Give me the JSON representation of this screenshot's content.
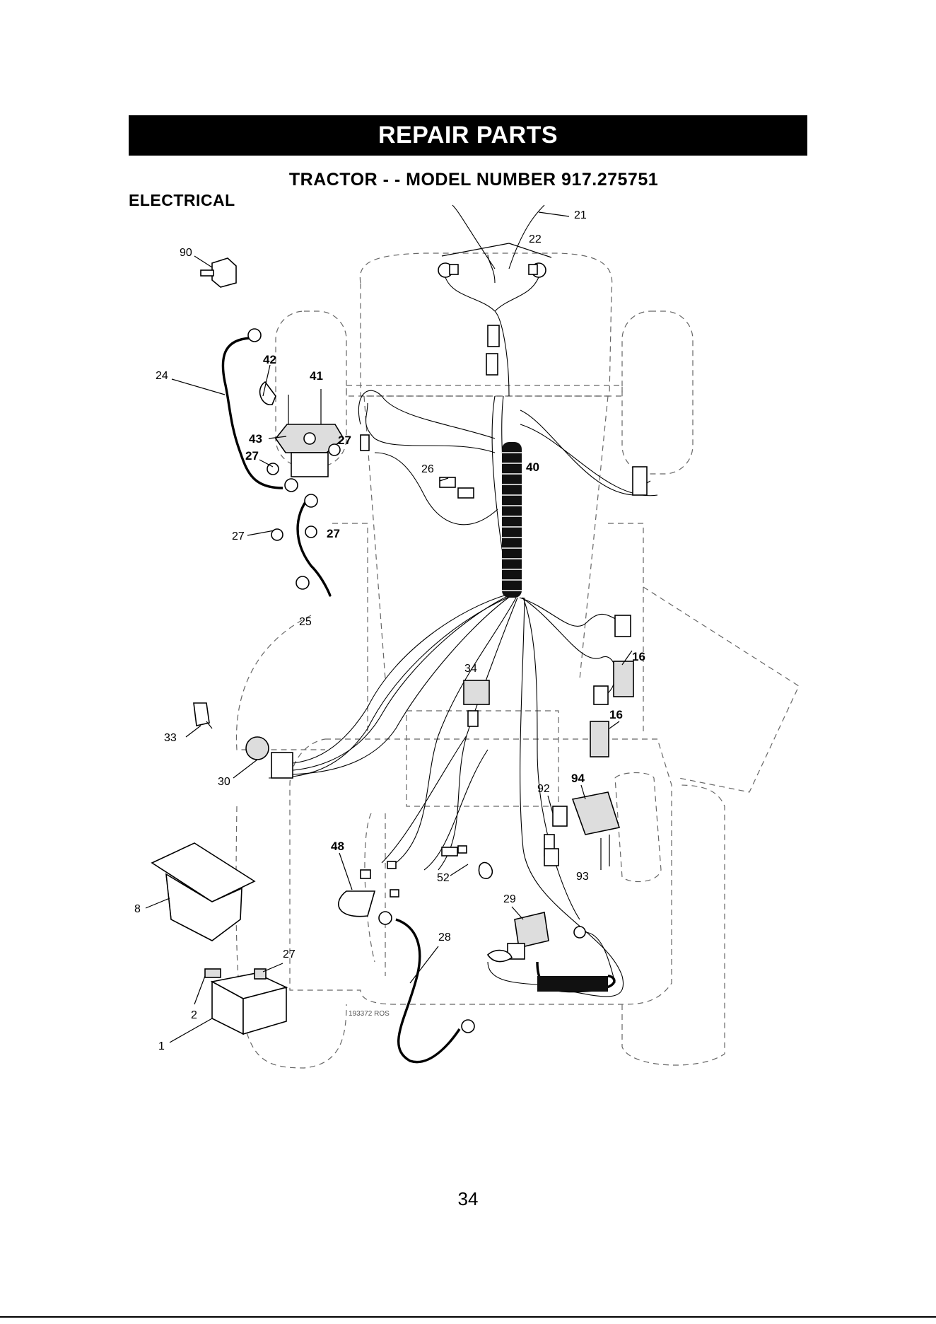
{
  "header": {
    "banner": "REPAIR PARTS",
    "model_title": "TRACTOR - - MODEL NUMBER 917.275751",
    "section_title": "ELECTRICAL"
  },
  "callouts": [
    {
      "id": "c90",
      "label": "90"
    },
    {
      "id": "c22",
      "label": "22"
    },
    {
      "id": "c21",
      "label": "21"
    },
    {
      "id": "c24",
      "label": "24"
    },
    {
      "id": "c42",
      "label": "42"
    },
    {
      "id": "c41",
      "label": "41"
    },
    {
      "id": "c43",
      "label": "43"
    },
    {
      "id": "c27a",
      "label": "27"
    },
    {
      "id": "c27b",
      "label": "27"
    },
    {
      "id": "c27c",
      "label": "27"
    },
    {
      "id": "c27d",
      "label": "27"
    },
    {
      "id": "c27e",
      "label": "27"
    },
    {
      "id": "c26",
      "label": "26"
    },
    {
      "id": "c40",
      "label": "40"
    },
    {
      "id": "c25",
      "label": "25"
    },
    {
      "id": "c16a",
      "label": "16"
    },
    {
      "id": "c16b",
      "label": "16"
    },
    {
      "id": "c34",
      "label": "34"
    },
    {
      "id": "c33",
      "label": "33"
    },
    {
      "id": "c30",
      "label": "30"
    },
    {
      "id": "c92",
      "label": "92"
    },
    {
      "id": "c94",
      "label": "94"
    },
    {
      "id": "c93",
      "label": "93"
    },
    {
      "id": "c48",
      "label": "48"
    },
    {
      "id": "c52",
      "label": "52"
    },
    {
      "id": "c29",
      "label": "29"
    },
    {
      "id": "c28",
      "label": "28"
    },
    {
      "id": "c8",
      "label": "8"
    },
    {
      "id": "c2",
      "label": "2"
    },
    {
      "id": "c1",
      "label": "1"
    },
    {
      "id": "c27f",
      "label": "27"
    }
  ],
  "drawing_ref": "193372 ROS",
  "page_number": "34"
}
